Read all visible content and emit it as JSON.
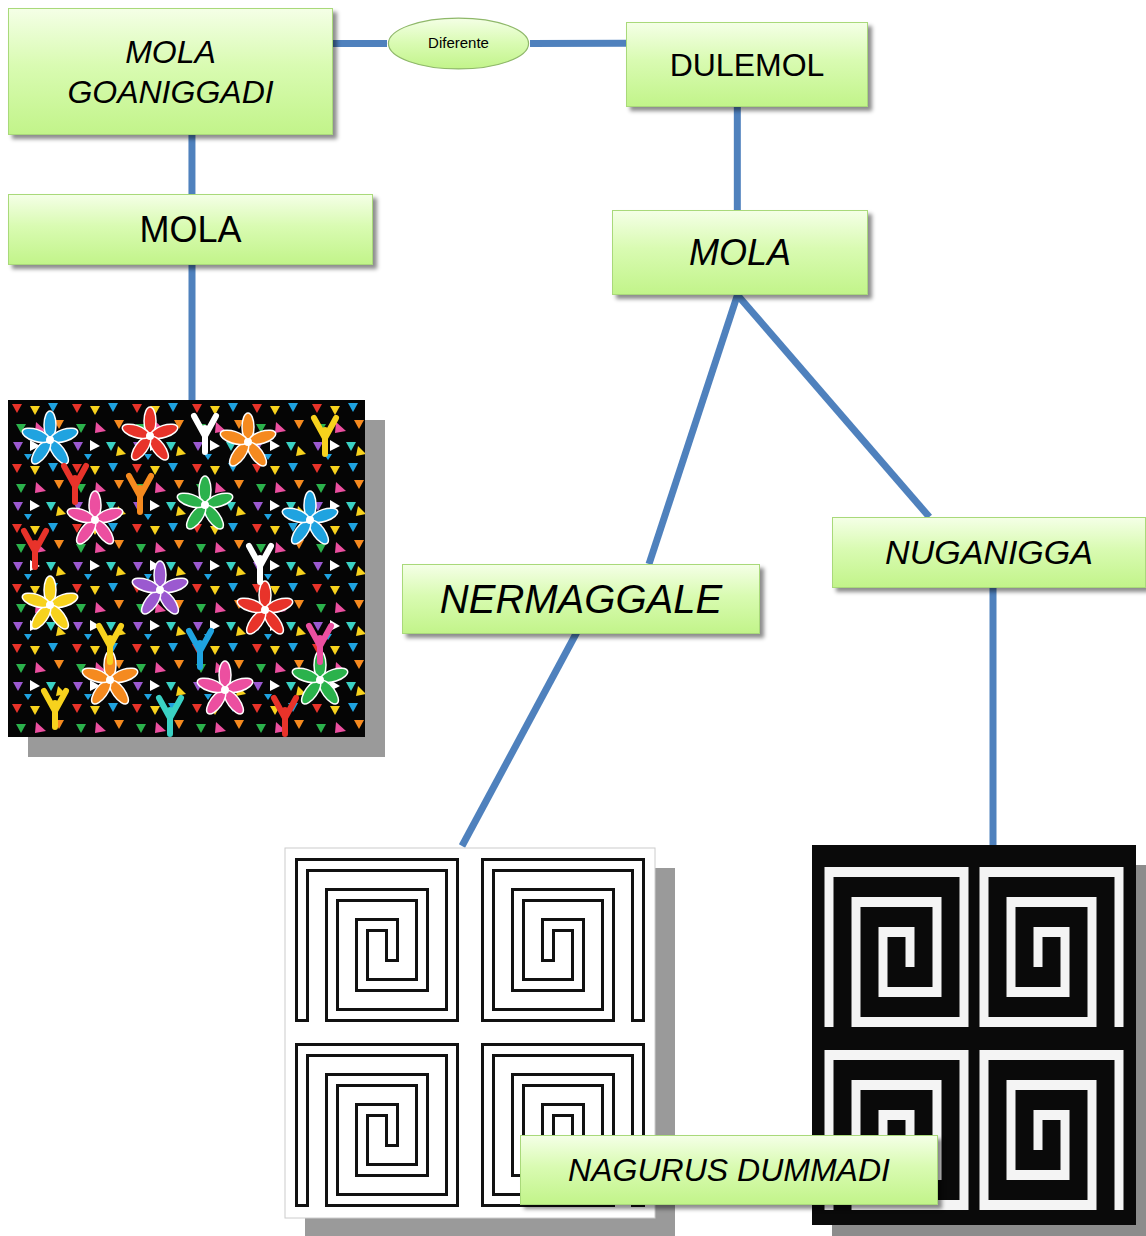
{
  "diagram": {
    "nodes": [
      {
        "text": [
          "MOLA GOANIGGADI"
        ]
      },
      {
        "text": [
          "Diferente"
        ]
      },
      {
        "text": [
          "DULEMOL"
        ]
      },
      {
        "text": [
          "MOLA"
        ]
      },
      {
        "text": [
          "MOLA"
        ]
      },
      {
        "text": [
          "NERMAGGALE"
        ]
      },
      {
        "text": [
          "NUGANIGGA"
        ]
      },
      {
        "text": [
          "NAGURUS DUMMADI"
        ]
      }
    ],
    "edges": [
      {
        "from": 0,
        "to": 1,
        "arrow": "none"
      },
      {
        "from": 1,
        "to": 2,
        "arrow": "none"
      },
      {
        "from": 0,
        "to": 3,
        "arrow": "none"
      },
      {
        "from": 2,
        "to": 4,
        "arrow": "none"
      },
      {
        "from": 4,
        "to": 5,
        "arrow": "none"
      },
      {
        "from": 4,
        "to": 6,
        "arrow": "none"
      }
    ]
  }
}
